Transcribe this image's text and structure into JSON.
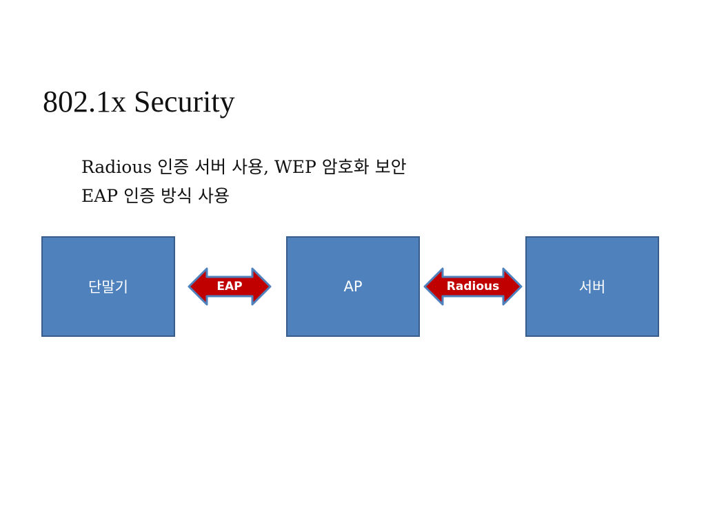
{
  "slide": {
    "title": "802.1x Security",
    "bullets": [
      "Radious 인증 서버 사용, WEP 암호화 보안",
      "EAP 인증 방식 사용"
    ]
  },
  "diagram": {
    "nodes": {
      "terminal": "단말기",
      "ap": "AP",
      "server": "서버"
    },
    "links": {
      "terminal_ap": "EAP",
      "ap_server": "Radious"
    }
  },
  "colors": {
    "node_fill": "#4f81bd",
    "node_border": "#385d8a",
    "arrow_fill": "#c00000",
    "arrow_border": "#4f81bd"
  }
}
